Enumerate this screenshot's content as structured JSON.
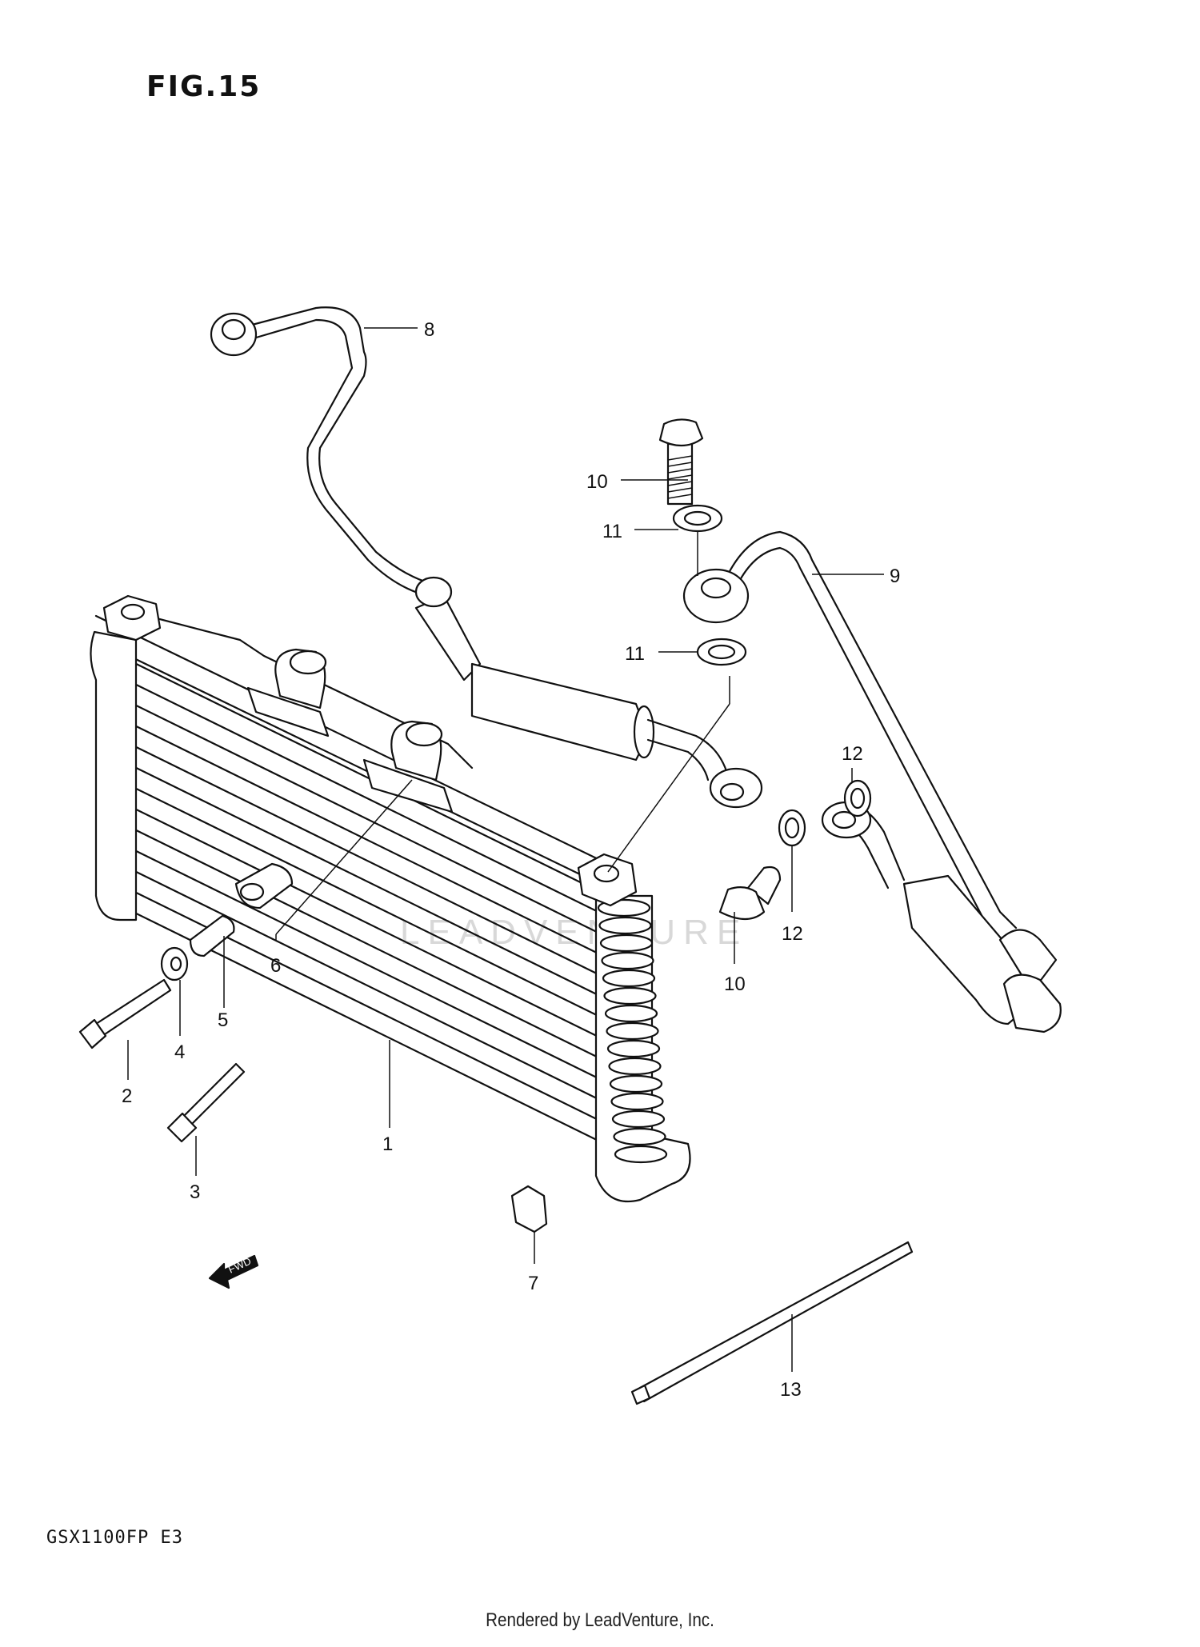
{
  "figure": {
    "title": "FIG.15",
    "model_code": "GSX1100FP  E3",
    "footer": "Rendered by LeadVenture, Inc.",
    "watermark": "LEADVENTURE"
  },
  "callouts": [
    {
      "id": "1",
      "label": "1"
    },
    {
      "id": "2",
      "label": "2"
    },
    {
      "id": "3",
      "label": "3"
    },
    {
      "id": "4",
      "label": "4"
    },
    {
      "id": "5",
      "label": "5"
    },
    {
      "id": "6",
      "label": "6"
    },
    {
      "id": "7",
      "label": "7"
    },
    {
      "id": "8",
      "label": "8"
    },
    {
      "id": "9",
      "label": "9"
    },
    {
      "id": "10a",
      "label": "10"
    },
    {
      "id": "10b",
      "label": "10"
    },
    {
      "id": "11a",
      "label": "11"
    },
    {
      "id": "11b",
      "label": "11"
    },
    {
      "id": "12a",
      "label": "12"
    },
    {
      "id": "12b",
      "label": "12"
    },
    {
      "id": "13",
      "label": "13"
    }
  ],
  "fwd_arrow": {
    "label": "FWD"
  }
}
